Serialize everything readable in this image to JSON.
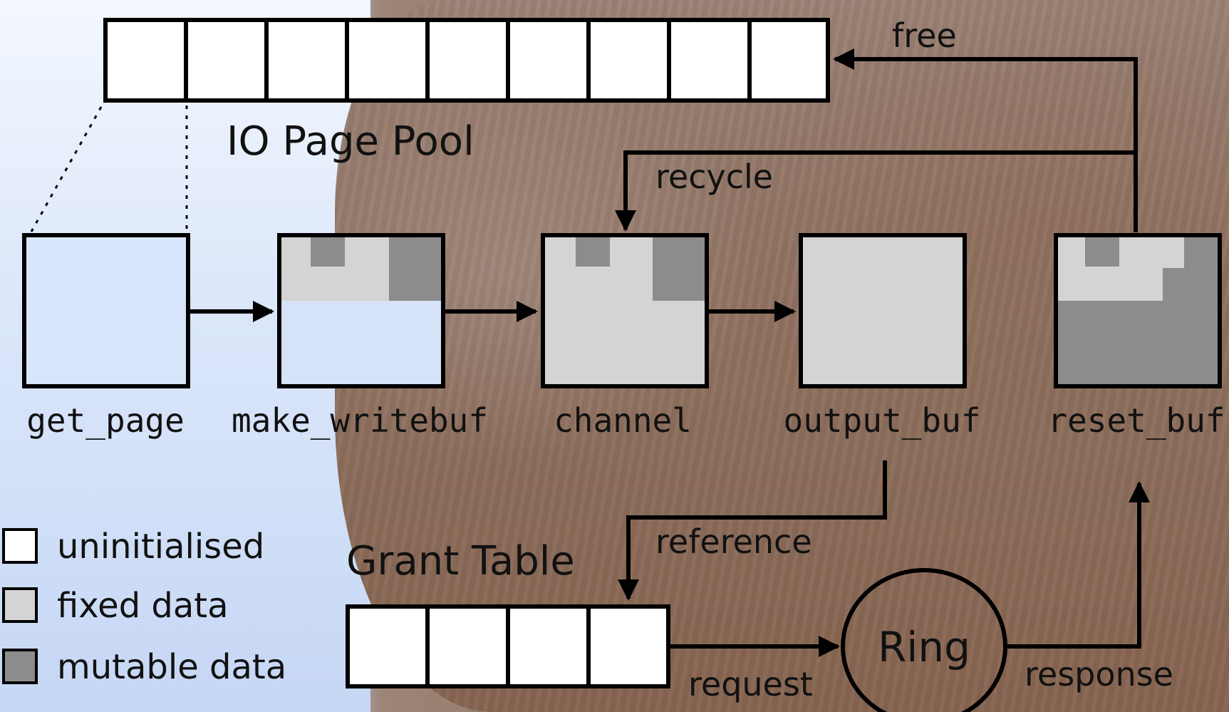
{
  "pool_label": "IO Page Pool",
  "grant_label": "Grant Table",
  "ring_label": "Ring",
  "stages": {
    "get_page": "get_page",
    "make_writebuf": "make_writebuf",
    "channel": "channel",
    "output_buf": "output_buf",
    "reset_buf": "reset_buf"
  },
  "edges": {
    "free": "free",
    "recycle": "recycle",
    "reference": "reference",
    "request": "request",
    "response": "response"
  },
  "legend": {
    "uninitialised": "uninitialised",
    "fixed": "fixed data",
    "mutable": "mutable data"
  },
  "colors": {
    "uninitialised": "#ffffff",
    "fixed": "#d4d4d4",
    "mutable": "#8c8c8c",
    "stroke": "#000000"
  }
}
